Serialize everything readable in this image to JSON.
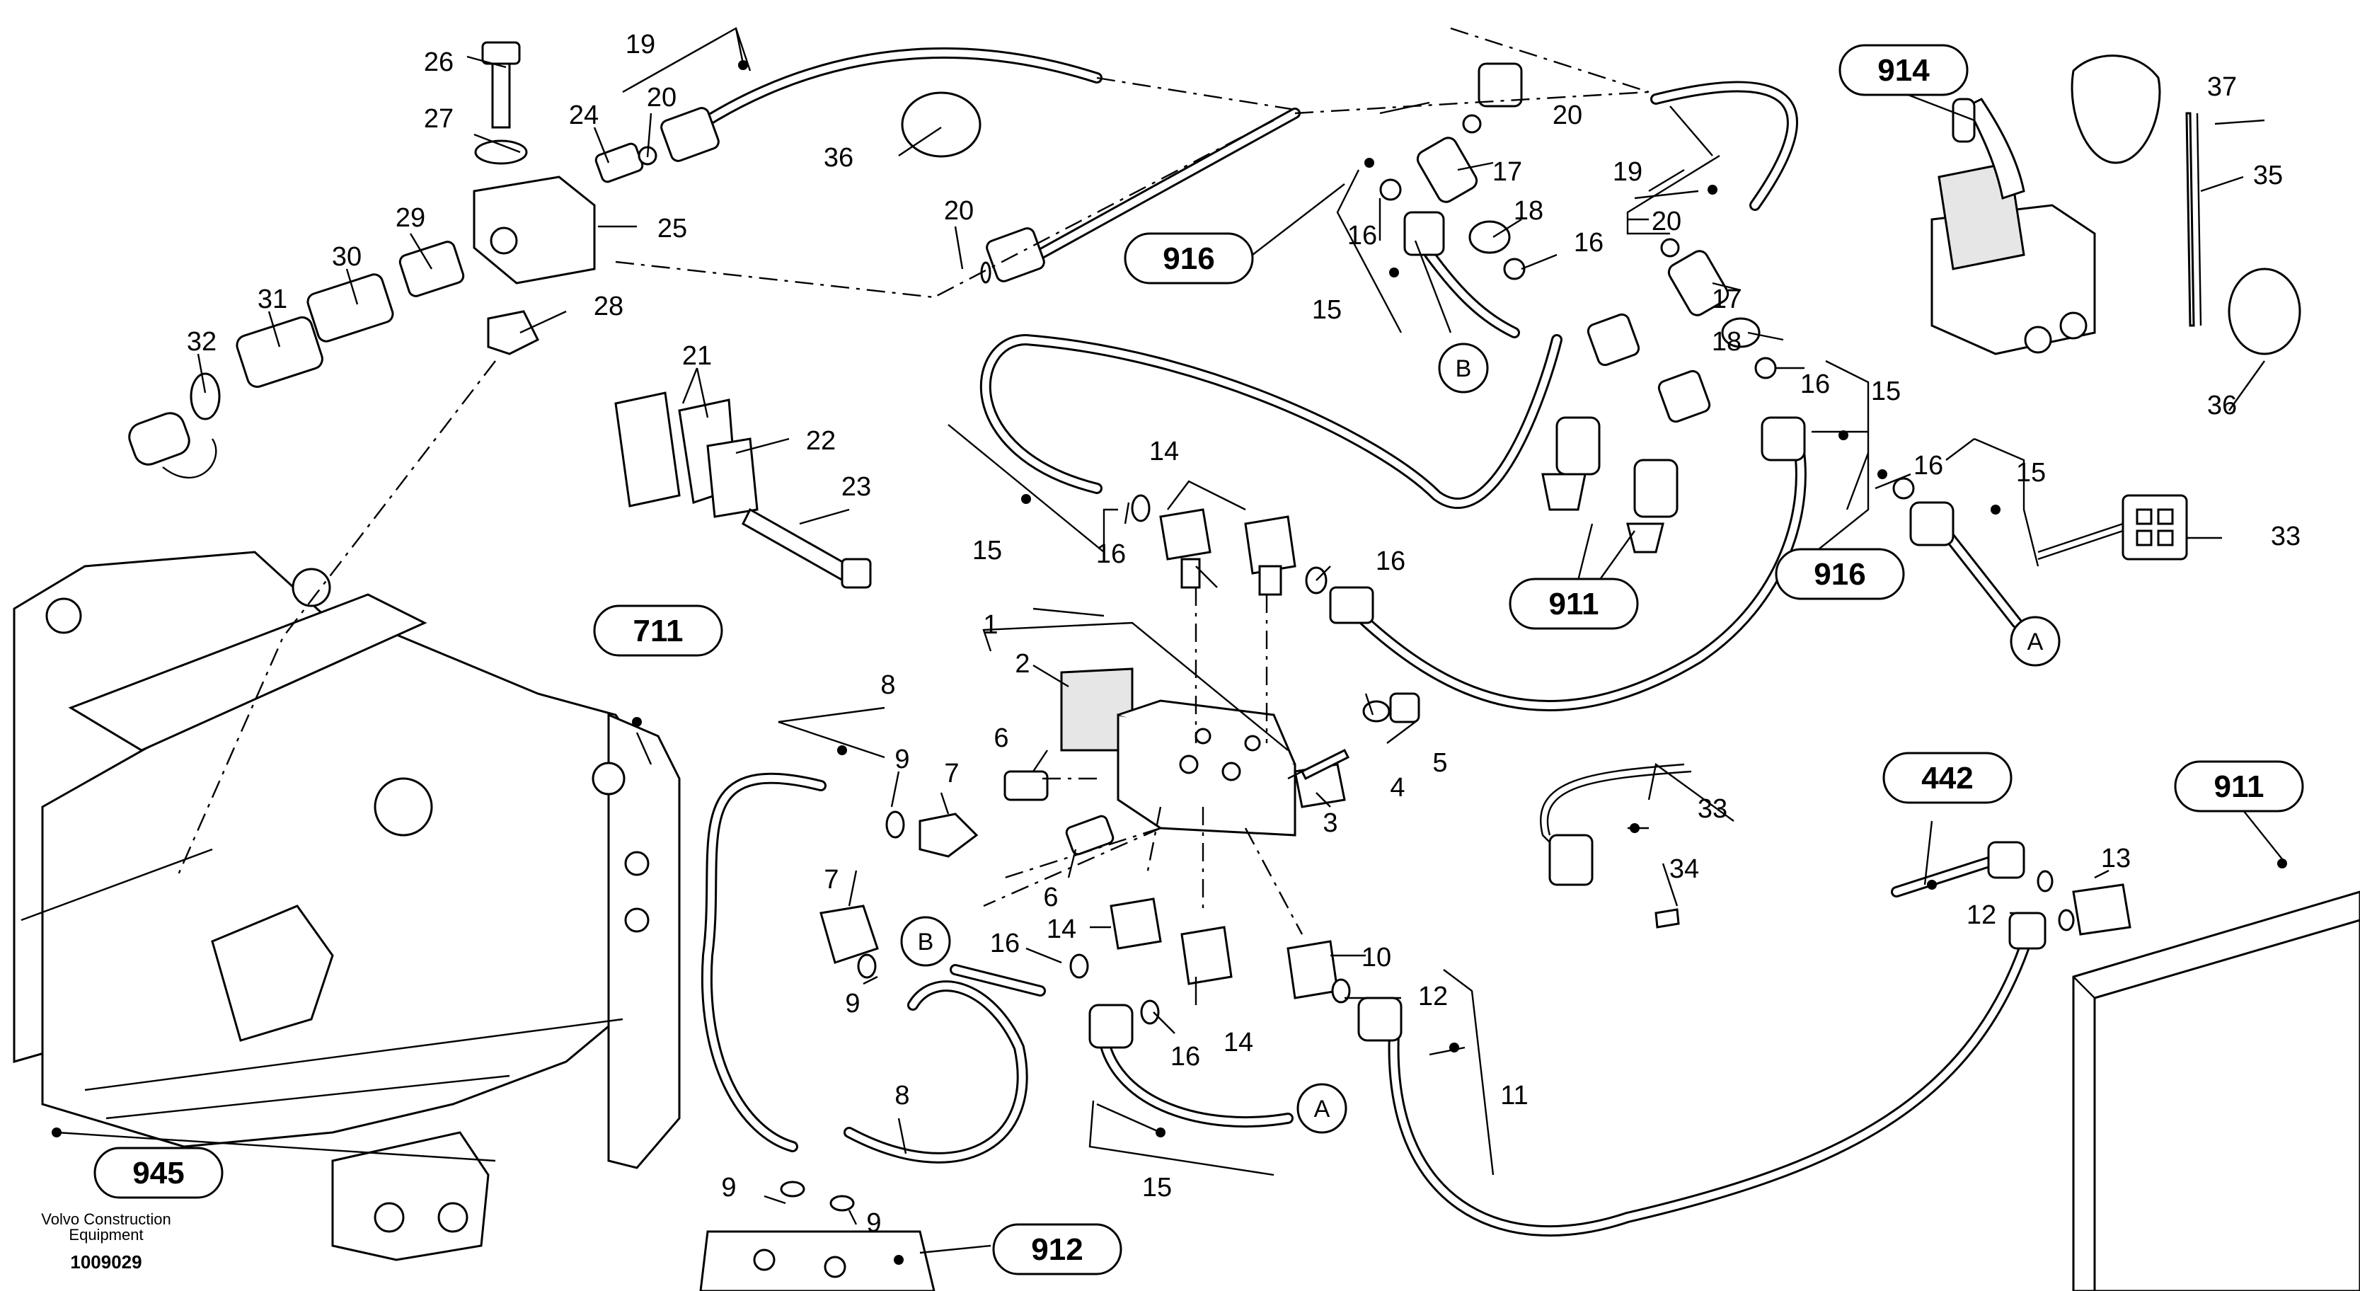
{
  "drawing": {
    "manufacturer": "Volvo Construction",
    "manufacturer_line2": "Equipment",
    "drawing_number": "1009029"
  },
  "group_labels": {
    "g945": "945",
    "g711": "711",
    "g912": "912",
    "g916a": "916",
    "g916b": "916",
    "g911a": "911",
    "g911b": "911",
    "g914": "914",
    "g442": "442"
  },
  "circle_labels": {
    "a1": "A",
    "a2": "A",
    "b1": "B",
    "b2": "B"
  },
  "callouts": {
    "c1": "1",
    "c2": "2",
    "c3": "3",
    "c4": "4",
    "c5": "5",
    "c6a": "6",
    "c6b": "6",
    "c7a": "7",
    "c7b": "7",
    "c8a": "8",
    "c8b": "8",
    "c9a": "9",
    "c9b": "9",
    "c9c": "9",
    "c9d": "9",
    "c10": "10",
    "c11": "11",
    "c12a": "12",
    "c12b": "12",
    "c13": "13",
    "c14a": "14",
    "c14b": "14",
    "c14c": "14",
    "c15a": "15",
    "c15b": "15",
    "c15c": "15",
    "c15d": "15",
    "c15e": "15",
    "c16a": "16",
    "c16b": "16",
    "c16c": "16",
    "c16d": "16",
    "c16e": "16",
    "c16f": "16",
    "c16g": "16",
    "c16h": "16",
    "c17a": "17",
    "c17b": "17",
    "c18a": "18",
    "c18b": "18",
    "c19a": "19",
    "c19b": "19",
    "c20a": "20",
    "c20b": "20",
    "c20c": "20",
    "c20d": "20",
    "c21": "21",
    "c22": "22",
    "c23": "23",
    "c24": "24",
    "c25": "25",
    "c26": "26",
    "c27": "27",
    "c28": "28",
    "c29": "29",
    "c30": "30",
    "c31": "31",
    "c32": "32",
    "c33a": "33",
    "c33b": "33",
    "c34": "34",
    "c35": "35",
    "c36a": "36",
    "c36b": "36",
    "c37": "37"
  }
}
